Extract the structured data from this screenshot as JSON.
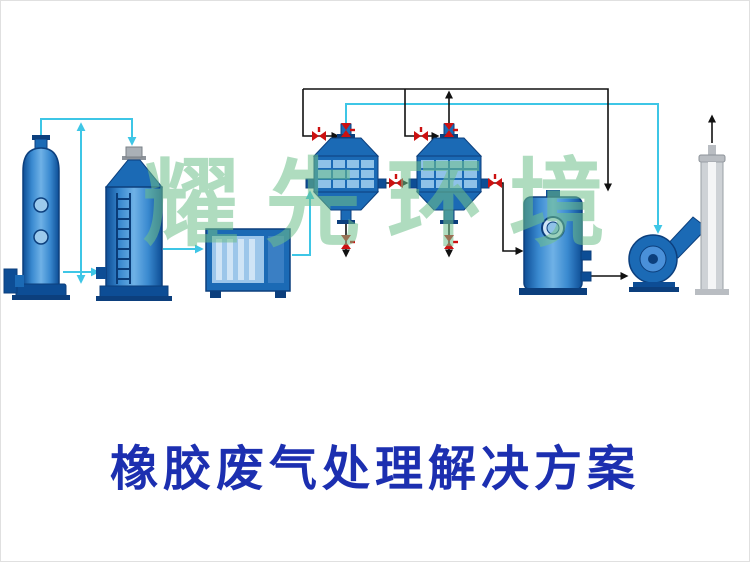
{
  "page": {
    "background": "#ffffff",
    "border_color": "#e0e0e0"
  },
  "watermark": {
    "text": "耀先环境",
    "color": "#6fc08b"
  },
  "title": {
    "text": "橡胶废气处理解决方案",
    "color": "#1c2fb0"
  },
  "palette": {
    "equipment_blue": "#1b6ab5",
    "equipment_dark_blue": "#0c3f7d",
    "equipment_deep_blue": "#0d4d95",
    "panel_light_blue": "#8fc2e8",
    "pipe_cyan": "#3ec6e6",
    "pipe_black": "#111111",
    "valve_red": "#cc1111",
    "chimney_gray": "#ced2d6"
  },
  "equipment": [
    {
      "id": "spray-tower"
    },
    {
      "id": "scrubber-tower"
    },
    {
      "id": "uv-photolysis-unit"
    },
    {
      "id": "activated-carbon-drum-1"
    },
    {
      "id": "activated-carbon-drum-2"
    },
    {
      "id": "settling-tank"
    },
    {
      "id": "centrifugal-fan"
    },
    {
      "id": "exhaust-chimney"
    }
  ]
}
